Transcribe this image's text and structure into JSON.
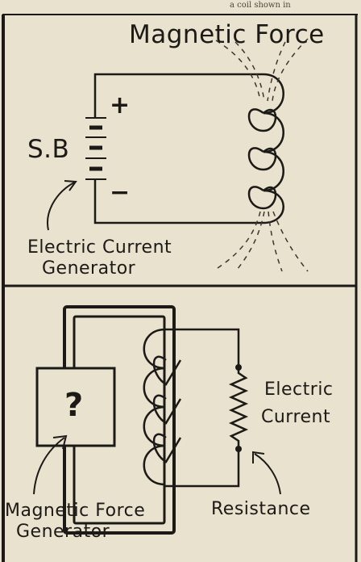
{
  "header_fragment": "a coil shown in",
  "top_panel": {
    "title": "Magnetic Force",
    "battery_label": "S.B",
    "plus_sign": "+",
    "minus_sign": "−",
    "caption_line1": "Electric Current",
    "caption_line2": "Generator"
  },
  "bottom_panel": {
    "box_symbol": "?",
    "current_line1": "Electric",
    "current_line2": "Current",
    "resistance_label": "Resistance",
    "caption_line1": "Magnetic Force",
    "caption_line2": "Generator"
  }
}
